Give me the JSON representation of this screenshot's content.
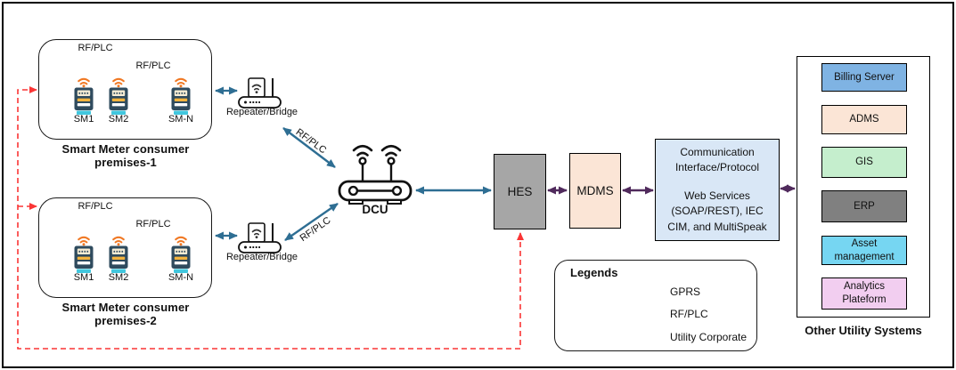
{
  "premises": [
    {
      "title": "Smart Meter consumer premises-1",
      "link1_label": "RF/PLC",
      "link2_label": "RF/PLC",
      "meters": [
        "SM1",
        "SM2",
        "SM-N"
      ]
    },
    {
      "title": "Smart Meter consumer premises-2",
      "link1_label": "RF/PLC",
      "link2_label": "RF/PLC",
      "meters": [
        "SM1",
        "SM2",
        "SM-N"
      ]
    }
  ],
  "repeaters": [
    {
      "label": "Repeater/Bridge"
    },
    {
      "label": "Repeater/Bridge"
    }
  ],
  "dcu_links": [
    {
      "label": "RF/PLC"
    },
    {
      "label": "RF/PLC"
    }
  ],
  "dcu": {
    "label": "DCU"
  },
  "hes": {
    "label": "HES"
  },
  "mdms": {
    "label": "MDMS"
  },
  "comm_interface": {
    "title": "Communication Interface/Protocol",
    "protocols": "Web Services (SOAP/REST), IEC CIM, and MultiSpeak"
  },
  "other_utility": {
    "title": "Other Utility Systems",
    "systems": [
      {
        "label": "Billing Server",
        "color": "#7FB3E3"
      },
      {
        "label": "ADMS",
        "color": "#FBE5D6"
      },
      {
        "label": "GIS",
        "color": "#C5EECD"
      },
      {
        "label": "ERP",
        "color": "#808080"
      },
      {
        "label": "Asset management",
        "color": "#76D6F2"
      },
      {
        "label": "Analytics Plateform",
        "color": "#F2CEF0"
      }
    ]
  },
  "legend": {
    "title": "Legends",
    "items": [
      {
        "label": "GPRS",
        "color": "#FA3535",
        "style": "dashed"
      },
      {
        "label": "RF/PLC",
        "color": "#2E6E93",
        "style": "solid"
      },
      {
        "label": "Utility Corporate",
        "color": "#502A5C",
        "style": "solid"
      }
    ]
  },
  "colors": {
    "rf_plc_arrow": "#2E6E93",
    "gprs_arrow": "#FA3535",
    "utility_corporate_arrow": "#502A5C",
    "hes_fill": "#A6A6A6",
    "mdms_fill": "#FBE5D6",
    "comm_fill": "#D9E7F6",
    "meter_body": "#2F4B5E",
    "meter_accent": "#F07823",
    "meter_base": "#41C7DE"
  }
}
